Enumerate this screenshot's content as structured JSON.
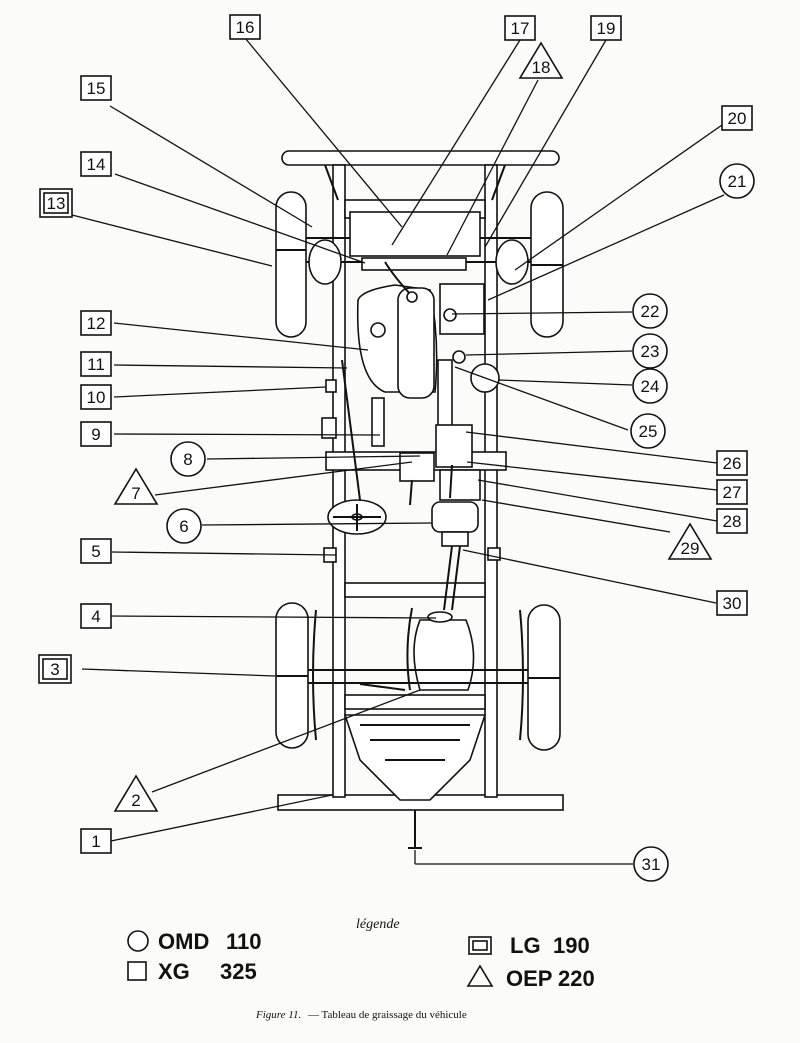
{
  "callouts": [
    {
      "n": "1",
      "shape": "square"
    },
    {
      "n": "2",
      "shape": "triangle"
    },
    {
      "n": "3",
      "shape": "double-square"
    },
    {
      "n": "4",
      "shape": "square"
    },
    {
      "n": "5",
      "shape": "square"
    },
    {
      "n": "6",
      "shape": "circle"
    },
    {
      "n": "7",
      "shape": "triangle"
    },
    {
      "n": "8",
      "shape": "circle"
    },
    {
      "n": "9",
      "shape": "square"
    },
    {
      "n": "10",
      "shape": "square"
    },
    {
      "n": "11",
      "shape": "square"
    },
    {
      "n": "12",
      "shape": "square"
    },
    {
      "n": "13",
      "shape": "double-square"
    },
    {
      "n": "14",
      "shape": "square"
    },
    {
      "n": "15",
      "shape": "square"
    },
    {
      "n": "16",
      "shape": "square"
    },
    {
      "n": "17",
      "shape": "square"
    },
    {
      "n": "18",
      "shape": "triangle"
    },
    {
      "n": "19",
      "shape": "square"
    },
    {
      "n": "20",
      "shape": "square"
    },
    {
      "n": "21",
      "shape": "circle"
    },
    {
      "n": "22",
      "shape": "circle"
    },
    {
      "n": "23",
      "shape": "circle"
    },
    {
      "n": "24",
      "shape": "circle"
    },
    {
      "n": "25",
      "shape": "circle"
    },
    {
      "n": "26",
      "shape": "square"
    },
    {
      "n": "27",
      "shape": "square"
    },
    {
      "n": "28",
      "shape": "square"
    },
    {
      "n": "29",
      "shape": "triangle"
    },
    {
      "n": "30",
      "shape": "square"
    },
    {
      "n": "31",
      "shape": "circle"
    }
  ],
  "legend": {
    "title": "légende",
    "items": [
      {
        "shape": "circle",
        "code": "OMD",
        "value": "110"
      },
      {
        "shape": "square",
        "code": "XG",
        "value": "325"
      },
      {
        "shape": "double-square",
        "code": "LG",
        "value": "190"
      },
      {
        "shape": "triangle",
        "code": "OEP",
        "value": "220"
      }
    ]
  },
  "caption": {
    "label": "Figure 11.",
    "text": "— Tableau de graissage du véhicule"
  }
}
